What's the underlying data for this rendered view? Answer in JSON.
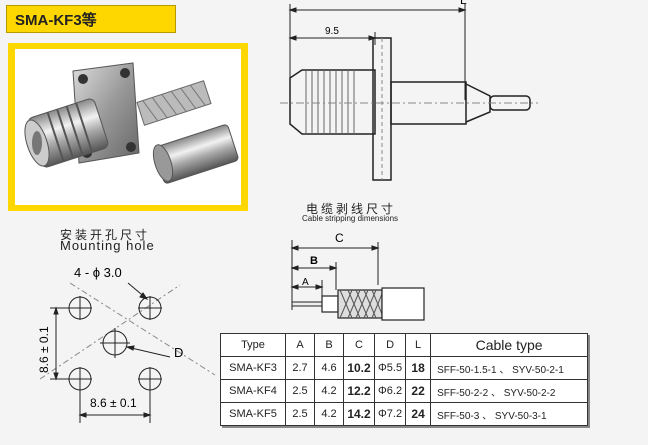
{
  "title": "SMA-KF3等",
  "mounting": {
    "caption_cn": "安装开孔尺寸",
    "caption_en": "Mounting hole",
    "holes_label": "4 - ϕ 3.0",
    "vert_dim": "8.6 ± 0.1",
    "horiz_dim": "8.6 ± 0.1",
    "d_label": "D"
  },
  "side_view": {
    "length_label": "L",
    "dim_label": "9.5"
  },
  "stripping": {
    "caption_cn": "电缆剥线尺寸",
    "caption_en": "Cable stripping dimensions",
    "a_label": "A",
    "b_label": "B",
    "c_label": "C"
  },
  "table": {
    "headers": [
      "Type",
      "A",
      "B",
      "C",
      "D",
      "L",
      "Cable type"
    ],
    "rows": [
      {
        "type": "SMA-KF3",
        "a": "2.7",
        "b": "4.6",
        "c": "10.2",
        "d": "Φ5.5",
        "l": "18",
        "cable": "SFF-50-1.5-1 、 SYV-50-2-1"
      },
      {
        "type": "SMA-KF4",
        "a": "2.5",
        "b": "4.2",
        "c": "12.2",
        "d": "Φ6.2",
        "l": "22",
        "cable": "SFF-50-2-2 、 SYV-50-2-2"
      },
      {
        "type": "SMA-KF5",
        "a": "2.5",
        "b": "4.2",
        "c": "14.2",
        "d": "Φ7.2",
        "l": "24",
        "cable": "SFF-50-3 、 SYV-50-3-1"
      }
    ]
  }
}
